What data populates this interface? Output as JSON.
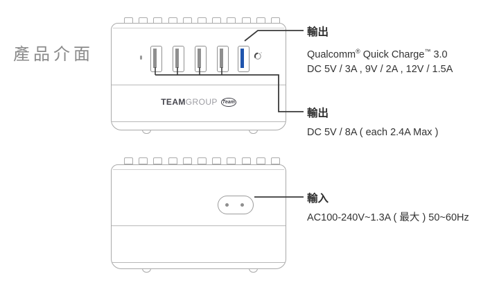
{
  "page": {
    "title": "產品介面"
  },
  "device_front": {
    "logo": {
      "team": "TEAM",
      "group": "GROUP",
      "badge": "Team"
    },
    "usb_ports": {
      "standard_count": 4,
      "quick_charge_count": 1
    }
  },
  "device_back": {
    "power_inlet_pins": 2
  },
  "annotations": [
    {
      "label": "輸出",
      "lines": [
        {
          "p1": "Qualcomm",
          "sup1": "®",
          "p2": " Quick Charge",
          "sup2": "™",
          "p3": " 3.0"
        },
        "DC 5V / 3A , 9V / 2A , 12V / 1.5A"
      ]
    },
    {
      "label": "輸出",
      "lines": [
        "DC 5V / 8A ( each 2.4A Max )"
      ]
    },
    {
      "label": "輸入",
      "lines": [
        "AC100-240V~1.3A ( 最大 ) 50~60Hz"
      ]
    }
  ],
  "colors": {
    "qc_port_blue": "#1f55ad",
    "device_outline": "#a9a9a9",
    "port_outline": "#8f8f8f",
    "annotation_line": "#3a3a3a",
    "title_gray": "#8a8a8a",
    "text": "#2f2f2f"
  }
}
